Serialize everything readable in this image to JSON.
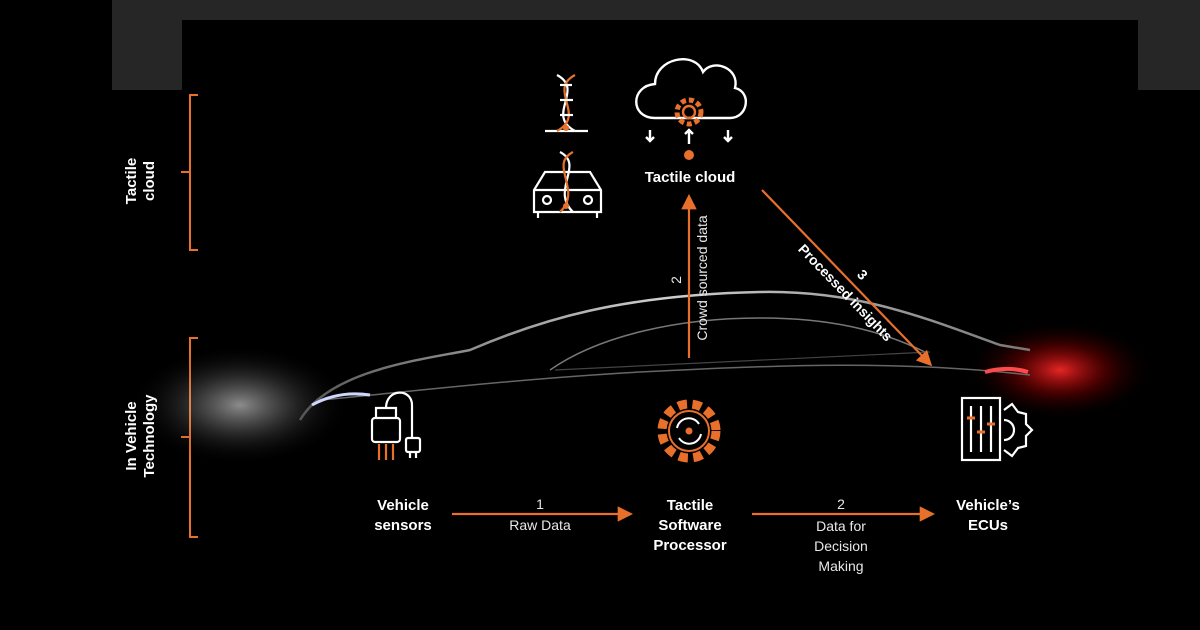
{
  "side_labels": {
    "top": "Tactile cloud",
    "bottom": "In Vehicle Technology"
  },
  "nodes": {
    "cloud": "Tactile cloud",
    "sensors": "Vehicle sensors",
    "processor": "Tactile Software Processor",
    "ecus": "Vehicle’s ECUs"
  },
  "edges": {
    "raw": {
      "number": "1",
      "text": "Raw Data"
    },
    "decision": {
      "number": "2",
      "text": "Data for Decision Making"
    },
    "crowd": {
      "number": "2",
      "text": "Crowd sourced data"
    },
    "insights": {
      "number": "3",
      "text": "Processed insights"
    }
  },
  "colors": {
    "accent": "#e8702a",
    "background": "#000000",
    "frame": "#262626",
    "text": "#ffffff"
  },
  "icons": [
    "dna-icon",
    "car-dna-icon",
    "cloud-gear-icon",
    "sensor-plug-icon",
    "gear-cycle-icon",
    "ecu-icon"
  ]
}
